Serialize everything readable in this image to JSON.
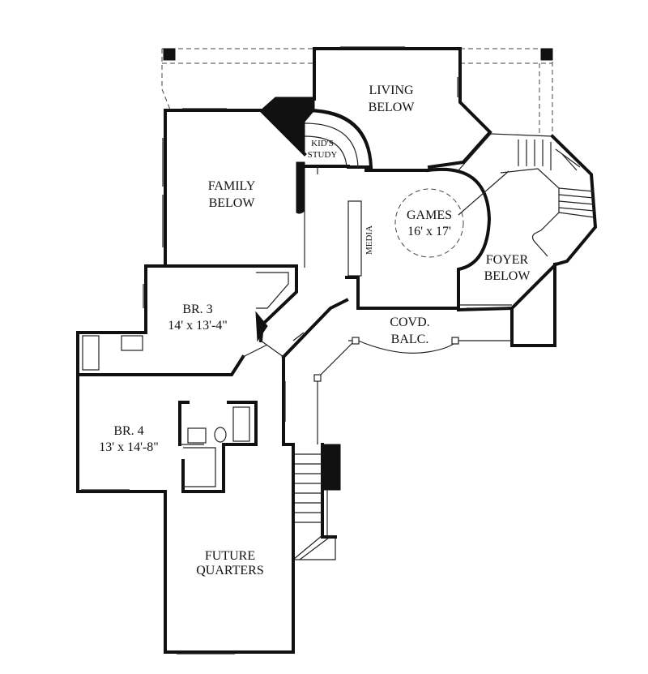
{
  "rooms": {
    "living": [
      "LIVING",
      "BELOW"
    ],
    "kids_study": [
      "KID'S",
      "STUDY"
    ],
    "family": [
      "FAMILY",
      "BELOW"
    ],
    "games": [
      "GAMES",
      "16' x 17'"
    ],
    "media": "MEDIA",
    "foyer": [
      "FOYER",
      "BELOW"
    ],
    "br3": [
      "BR. 3",
      "14' x 13'-4\""
    ],
    "covd_balc": [
      "COVD.",
      "BALC."
    ],
    "br4": [
      "BR. 4",
      "13' x 14'-8\""
    ],
    "future": [
      "FUTURE",
      "QUARTERS"
    ]
  }
}
